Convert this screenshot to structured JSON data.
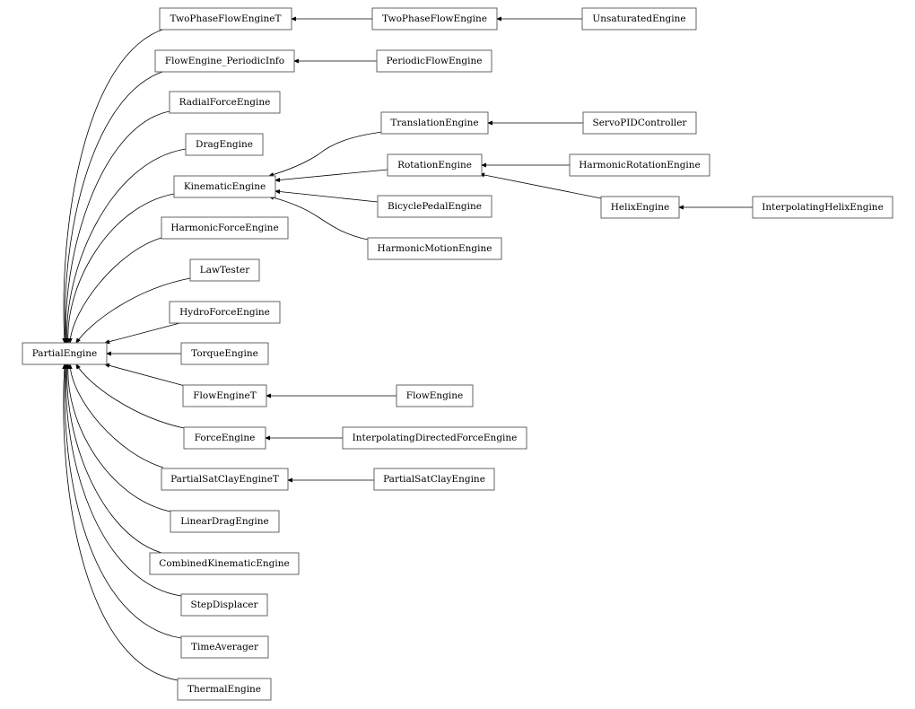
{
  "diagram": {
    "type": "class-inheritance-graph",
    "colors": {
      "node_border": "#555555",
      "node_fill": "#ffffff",
      "edge": "#000000",
      "text": "#000000"
    },
    "nodes": {
      "partial_engine": "PartialEngine",
      "two_phase_flow_engine_t": "TwoPhaseFlowEngineT",
      "flow_engine_periodic_info": "FlowEngine_PeriodicInfo",
      "radial_force_engine": "RadialForceEngine",
      "drag_engine": "DragEngine",
      "kinematic_engine": "KinematicEngine",
      "harmonic_force_engine": "HarmonicForceEngine",
      "law_tester": "LawTester",
      "hydro_force_engine": "HydroForceEngine",
      "torque_engine": "TorqueEngine",
      "flow_engine_t": "FlowEngineT",
      "force_engine": "ForceEngine",
      "partial_sat_clay_engine_t": "PartialSatClayEngineT",
      "linear_drag_engine": "LinearDragEngine",
      "combined_kinematic_engine": "CombinedKinematicEngine",
      "step_displacer": "StepDisplacer",
      "time_averager": "TimeAverager",
      "thermal_engine": "ThermalEngine",
      "two_phase_flow_engine": "TwoPhaseFlowEngine",
      "periodic_flow_engine": "PeriodicFlowEngine",
      "translation_engine": "TranslationEngine",
      "rotation_engine": "RotationEngine",
      "bicycle_pedal_engine": "BicyclePedalEngine",
      "harmonic_motion_engine": "HarmonicMotionEngine",
      "flow_engine": "FlowEngine",
      "interpolating_directed_force_engine": "InterpolatingDirectedForceEngine",
      "partial_sat_clay_engine": "PartialSatClayEngine",
      "unsaturated_engine": "UnsaturatedEngine",
      "servo_pid_controller": "ServoPIDController",
      "harmonic_rotation_engine": "HarmonicRotationEngine",
      "helix_engine": "HelixEngine",
      "interpolating_helix_engine": "InterpolatingHelixEngine"
    },
    "edges": [
      {
        "child": "two_phase_flow_engine_t",
        "parent": "partial_engine"
      },
      {
        "child": "flow_engine_periodic_info",
        "parent": "partial_engine"
      },
      {
        "child": "radial_force_engine",
        "parent": "partial_engine"
      },
      {
        "child": "drag_engine",
        "parent": "partial_engine"
      },
      {
        "child": "kinematic_engine",
        "parent": "partial_engine"
      },
      {
        "child": "harmonic_force_engine",
        "parent": "partial_engine"
      },
      {
        "child": "law_tester",
        "parent": "partial_engine"
      },
      {
        "child": "hydro_force_engine",
        "parent": "partial_engine"
      },
      {
        "child": "torque_engine",
        "parent": "partial_engine"
      },
      {
        "child": "flow_engine_t",
        "parent": "partial_engine"
      },
      {
        "child": "force_engine",
        "parent": "partial_engine"
      },
      {
        "child": "partial_sat_clay_engine_t",
        "parent": "partial_engine"
      },
      {
        "child": "linear_drag_engine",
        "parent": "partial_engine"
      },
      {
        "child": "combined_kinematic_engine",
        "parent": "partial_engine"
      },
      {
        "child": "step_displacer",
        "parent": "partial_engine"
      },
      {
        "child": "time_averager",
        "parent": "partial_engine"
      },
      {
        "child": "thermal_engine",
        "parent": "partial_engine"
      },
      {
        "child": "two_phase_flow_engine",
        "parent": "two_phase_flow_engine_t"
      },
      {
        "child": "unsaturated_engine",
        "parent": "two_phase_flow_engine"
      },
      {
        "child": "periodic_flow_engine",
        "parent": "flow_engine_periodic_info"
      },
      {
        "child": "translation_engine",
        "parent": "kinematic_engine"
      },
      {
        "child": "rotation_engine",
        "parent": "kinematic_engine"
      },
      {
        "child": "bicycle_pedal_engine",
        "parent": "kinematic_engine"
      },
      {
        "child": "harmonic_motion_engine",
        "parent": "kinematic_engine"
      },
      {
        "child": "servo_pid_controller",
        "parent": "translation_engine"
      },
      {
        "child": "harmonic_rotation_engine",
        "parent": "rotation_engine"
      },
      {
        "child": "helix_engine",
        "parent": "rotation_engine"
      },
      {
        "child": "interpolating_helix_engine",
        "parent": "helix_engine"
      },
      {
        "child": "flow_engine",
        "parent": "flow_engine_t"
      },
      {
        "child": "interpolating_directed_force_engine",
        "parent": "force_engine"
      },
      {
        "child": "partial_sat_clay_engine",
        "parent": "partial_sat_clay_engine_t"
      }
    ]
  }
}
